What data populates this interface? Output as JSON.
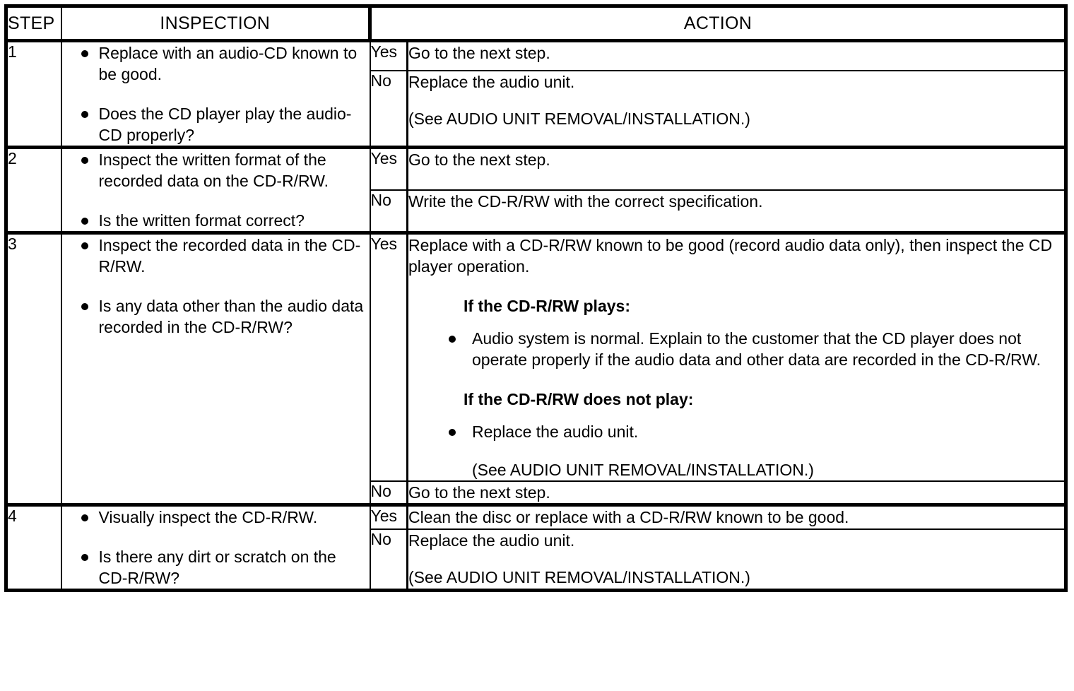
{
  "table": {
    "headers": {
      "step": "STEP",
      "inspection": "INSPECTION",
      "action": "ACTION"
    },
    "yes_label": "Yes",
    "no_label": "No",
    "steps": [
      {
        "number": "1",
        "inspection": [
          "Replace with an audio-CD known to be good.",
          "Does the CD player play the audio-CD properly?"
        ],
        "yes": {
          "lines": [
            "Go to the next step."
          ]
        },
        "no": {
          "lines": [
            "Replace the audio unit."
          ],
          "note": "(See AUDIO UNIT REMOVAL/INSTALLATION.)"
        }
      },
      {
        "number": "2",
        "inspection": [
          "Inspect the written format of the recorded data on the CD-R/RW.",
          "Is the written format correct?"
        ],
        "yes": {
          "lines": [
            "Go to the next step."
          ]
        },
        "no": {
          "lines": [
            "Write the CD-R/RW with the correct specification."
          ]
        }
      },
      {
        "number": "3",
        "inspection": [
          "Inspect the recorded data in the CD-R/RW.",
          "Is any data other than the audio data recorded in the CD-R/RW?"
        ],
        "yes": {
          "lines": [
            "Replace with a CD-R/RW known to be good (record audio data only), then inspect the CD player operation."
          ],
          "plays_heading": "If the CD-R/RW plays:",
          "plays_bullet": "Audio system is normal. Explain to the customer that the CD player does not operate properly if the audio data and other data are recorded in the CD-R/RW.",
          "not_plays_heading": "If the CD-R/RW does not play:",
          "not_plays_bullet": "Replace the audio unit.",
          "note": "(See AUDIO UNIT REMOVAL/INSTALLATION.)"
        },
        "no": {
          "lines": [
            "Go to the next step."
          ]
        }
      },
      {
        "number": "4",
        "inspection": [
          "Visually inspect the CD-R/RW.",
          "Is there any dirt or scratch on the CD-R/RW?"
        ],
        "yes": {
          "lines": [
            "Clean the disc or replace with a CD-R/RW known to be good."
          ]
        },
        "no": {
          "lines": [
            "Replace the audio unit."
          ],
          "note": "(See AUDIO UNIT REMOVAL/INSTALLATION.)"
        }
      }
    ]
  },
  "colors": {
    "border": "#000000",
    "background": "#ffffff",
    "text": "#000000"
  }
}
